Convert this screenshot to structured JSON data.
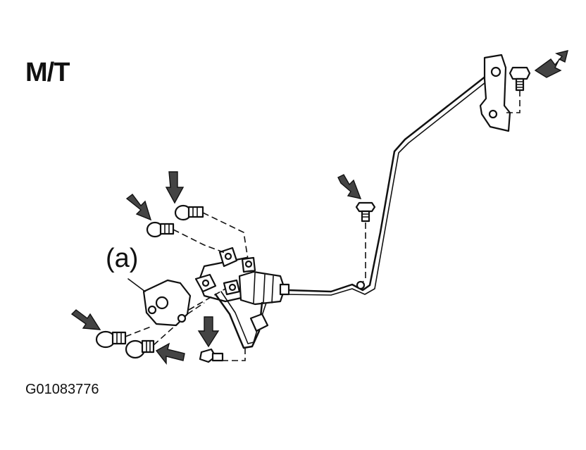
{
  "diagram": {
    "title": "M/T",
    "callout_a": "(a)",
    "figure_id": "G01083776"
  }
}
